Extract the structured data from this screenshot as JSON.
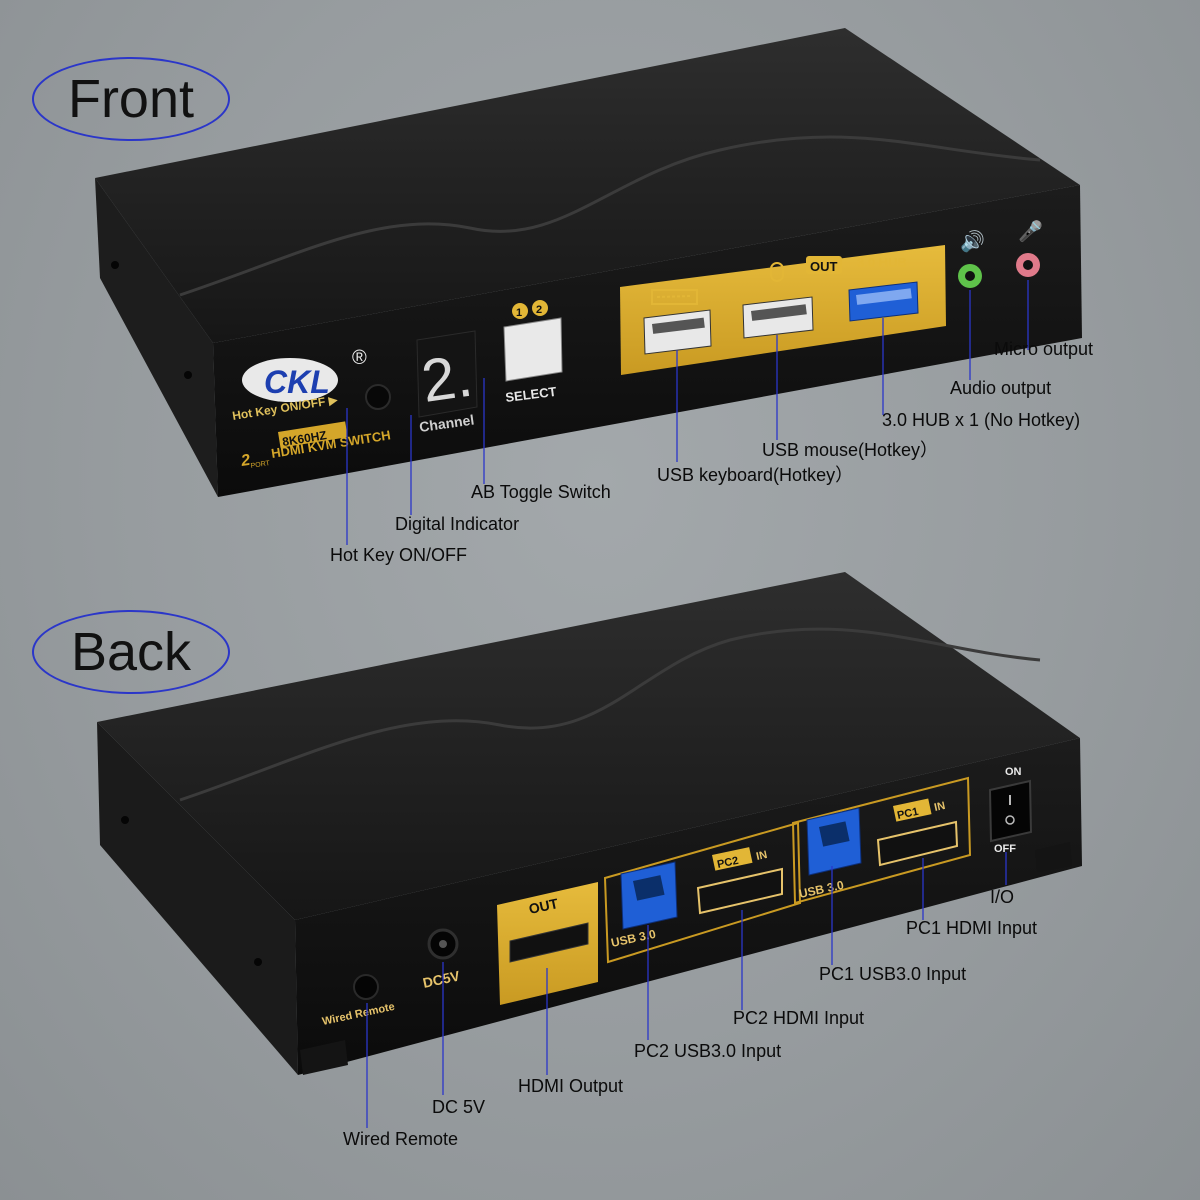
{
  "front": {
    "heading": "Front",
    "brand": "CKL",
    "brand_mark": "®",
    "hotkey_panel_label": "Hot Key ON/OFF ▶",
    "badge_8k": "8K60HZ",
    "model_line": "HDMI KVM SWITCH",
    "port_count": "2",
    "port_word": "PORT",
    "digit": "2.",
    "channel_label": "Channel",
    "select_numbers": [
      "1",
      "2"
    ],
    "select_label": "SELECT",
    "out_badge": "OUT",
    "hub_label": "3.0 HUB",
    "callouts": {
      "micro_output": "Micro output",
      "audio_output": "Audio output",
      "hub": "3.0 HUB x 1 (No Hotkey)",
      "usb_mouse": "USB mouse(Hotkey）",
      "usb_keyboard": "USB keyboard(Hotkey）",
      "ab_toggle": "AB Toggle Switch",
      "digital_indicator": "Digital Indicator",
      "hot_key": "Hot Key ON/OFF"
    },
    "colors": {
      "gold": "#d4a62a",
      "usb3_blue": "#1f5fd6",
      "audio_green": "#5fc24a",
      "mic_pink": "#e07a8a"
    }
  },
  "back": {
    "heading": "Back",
    "on_label": "ON",
    "off_label": "OFF",
    "out_label": "OUT",
    "usb3_label": "USB 3.0",
    "pc2_badge": "PC2",
    "pc1_badge": "PC1",
    "in_label": "IN",
    "dc_label": "DC5V",
    "remote_label": "Wired Remote",
    "callouts": {
      "io": "I/O",
      "pc1_hdmi": "PC1 HDMI Input",
      "pc1_usb": "PC1 USB3.0 Input",
      "pc2_hdmi": "PC2 HDMI Input",
      "pc2_usb": "PC2 USB3.0 Input",
      "hdmi_output": "HDMI Output",
      "dc": "DC 5V",
      "wired_remote": "Wired Remote"
    }
  }
}
